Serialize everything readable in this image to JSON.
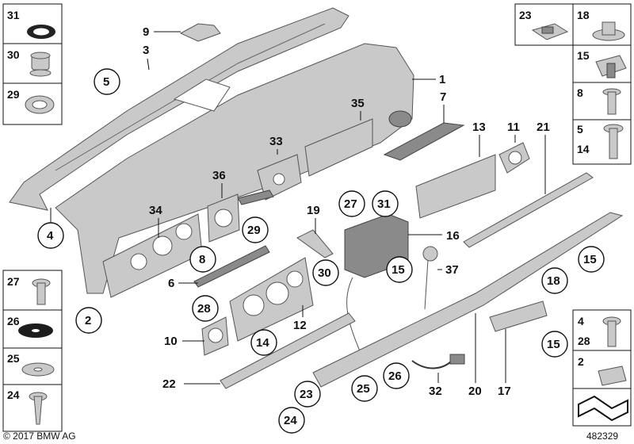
{
  "left_panel": [
    "31",
    "30",
    "29"
  ],
  "left_lower_panel": [
    "27",
    "26",
    "25",
    "24"
  ],
  "right_panel": [
    "23",
    "18",
    "15",
    "8",
    "5",
    "14"
  ],
  "right_lower_panel": [
    "4",
    "28",
    "2"
  ],
  "callouts_plain": [
    "9",
    "3",
    "1",
    "35",
    "7",
    "13",
    "11",
    "21",
    "33",
    "36",
    "34",
    "19",
    "16",
    "6",
    "37",
    "12",
    "10",
    "22",
    "32",
    "20",
    "17"
  ],
  "callouts_circled": [
    "5",
    "4",
    "27",
    "31",
    "29",
    "8",
    "15",
    "30",
    "2",
    "28",
    "14",
    "18",
    "15",
    "26",
    "25",
    "23",
    "24",
    "15"
  ],
  "copyright": "© 2017 BMW AG",
  "diagram_id": "482329",
  "colors": {
    "part_fill": "#c9c9c9",
    "part_stroke": "#555555",
    "text": "#111111"
  }
}
